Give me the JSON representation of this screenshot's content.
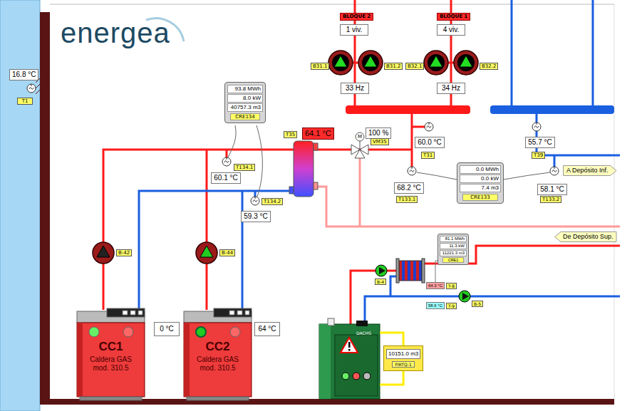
{
  "diagram": {
    "nodes": [
      {
        "text": [
          "16.8 °C"
        ]
      },
      {
        "text": [
          "T1"
        ]
      },
      {
        "text": [
          "BLOQUE 2"
        ]
      },
      {
        "text": [
          "1 viv."
        ]
      },
      {
        "text": [
          "BLOQUE 1"
        ]
      },
      {
        "text": [
          "4 viv."
        ]
      },
      {
        "text": [
          "B31.1"
        ]
      },
      {
        "text": [
          "B31.2"
        ]
      },
      {
        "text": [
          "B32.1"
        ]
      },
      {
        "text": [
          "B32.2"
        ]
      },
      {
        "text": [
          "33 Hz"
        ]
      },
      {
        "text": [
          "34 Hz"
        ]
      },
      {
        "text": [
          "93.8 MWh",
          "8.0 kW",
          "40757.3 m3",
          "CRE134"
        ]
      },
      {
        "text": [
          "T35"
        ]
      },
      {
        "text": [
          "64.1 °C"
        ]
      },
      {
        "text": [
          "100 %"
        ]
      },
      {
        "text": [
          "VM35"
        ]
      },
      {
        "text": [
          "60.0 °C"
        ]
      },
      {
        "text": [
          "T31"
        ]
      },
      {
        "text": [
          "55.7 °C"
        ]
      },
      {
        "text": [
          "T39"
        ]
      },
      {
        "text": [
          "T134.1"
        ]
      },
      {
        "text": [
          "60.1 °C"
        ]
      },
      {
        "text": [
          "68.2 °C"
        ]
      },
      {
        "text": [
          "T133.1"
        ]
      },
      {
        "text": [
          "0.0 MWh",
          "0.0 kW",
          "7.4 m3",
          "CRE133"
        ]
      },
      {
        "text": [
          "58.1 °C"
        ]
      },
      {
        "text": [
          "T133.2"
        ]
      },
      {
        "text": [
          "A Depósito Inf."
        ]
      },
      {
        "text": [
          "59.3 °C"
        ]
      },
      {
        "text": [
          "T134.2"
        ]
      },
      {
        "text": [
          "De Depósito Sup."
        ]
      },
      {
        "text": [
          "B-42"
        ]
      },
      {
        "text": [
          "B-44"
        ]
      },
      {
        "text": [
          "81.1 MWh",
          "11.3 kW",
          "11221.3 m3",
          "CRE1"
        ]
      },
      {
        "text": [
          "64.3 °C"
        ]
      },
      {
        "text": [
          "T-8"
        ]
      },
      {
        "text": [
          "58.6 °C"
        ]
      },
      {
        "text": [
          "T-9"
        ]
      },
      {
        "text": [
          "B-4"
        ]
      },
      {
        "text": [
          "B-5"
        ]
      },
      {
        "text": [
          "CC1",
          "Caldera GAS mod. 310.5"
        ]
      },
      {
        "text": [
          "0 °C"
        ]
      },
      {
        "text": [
          "CC2",
          "Caldera GAS mod. 310.5"
        ]
      },
      {
        "text": [
          "64 °C"
        ]
      },
      {
        "text": [
          "DACHS"
        ]
      },
      {
        "text": [
          "10151.0 m3",
          "FIRTQ-1"
        ]
      }
    ],
    "edges": [
      {
        "from": 46,
        "to": 45,
        "arrow": "none"
      },
      {
        "from": 46,
        "to": 45,
        "arrow": "none"
      },
      {
        "from": 34,
        "to": 35,
        "arrow": "none"
      }
    ],
    "labels": [
      "energea",
      "M"
    ]
  }
}
